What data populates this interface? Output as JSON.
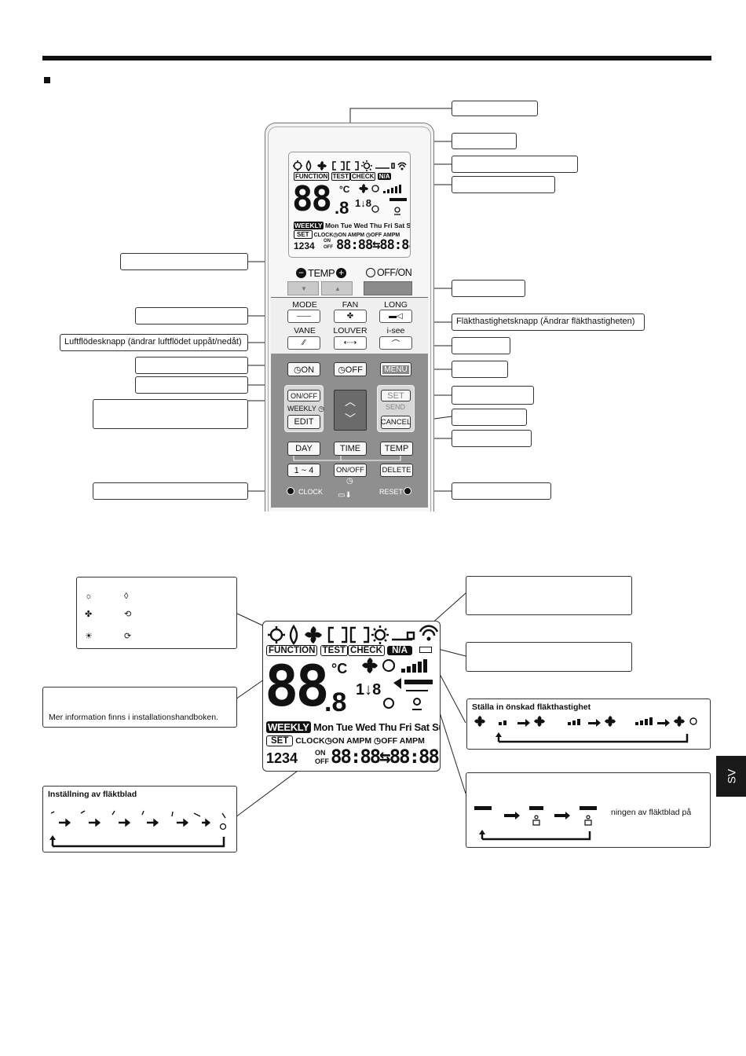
{
  "remote": {
    "lcd": {
      "function": "FUNCTION",
      "test": "TEST",
      "check": "CHECK",
      "na": "N/A",
      "celsius": "°C",
      "big_digits": "88",
      "small_digit": ".8",
      "swing": "1↓8",
      "weekly": "WEEKLY",
      "days": "Mon Tue Wed Thu Fri Sat Sun",
      "set": "SET",
      "clock_row": "CLOCK◷ON AMPM ◷OFF AMPM",
      "num": "1234",
      "on": "ON",
      "off": "OFF",
      "time": "88:88⇆88:88"
    },
    "temp_label": "TEMP",
    "offon_label": "OFF/ON",
    "buttons": {
      "mode": "MODE",
      "fan": "FAN",
      "long": "LONG",
      "vane": "VANE",
      "louver": "LOUVER",
      "isee": "i-see",
      "on_timer": "◷ON",
      "off_timer": "◷OFF",
      "menu": "MENU",
      "onoff": "ON/OFF",
      "weekly": "WEEKLY ◷",
      "edit": "EDIT",
      "set": "SET",
      "send": "SEND",
      "cancel": "CANCEL",
      "day": "DAY",
      "time": "TIME",
      "temp": "TEMP",
      "range": "1 ~ 4",
      "onoff2": "ON/OFF",
      "delete": "DELETE",
      "clock": "CLOCK",
      "reset": "RESET"
    }
  },
  "callouts": {
    "fan_speed_button": "Fläkthastighetsknapp (Ändrar fläkthastigheten)",
    "airflow_button": "Luftflödesknapp (ändrar luftflödet uppåt/nedåt)"
  },
  "lower": {
    "installation_note": "Mer information finns i installationshandboken.",
    "vane_setting_title": "Inställning av fläktblad",
    "fan_speed_title": "Ställa in önskad fläkthastighet",
    "vane_position_text": "ningen av fläktblad på"
  },
  "language_tab": "SV"
}
